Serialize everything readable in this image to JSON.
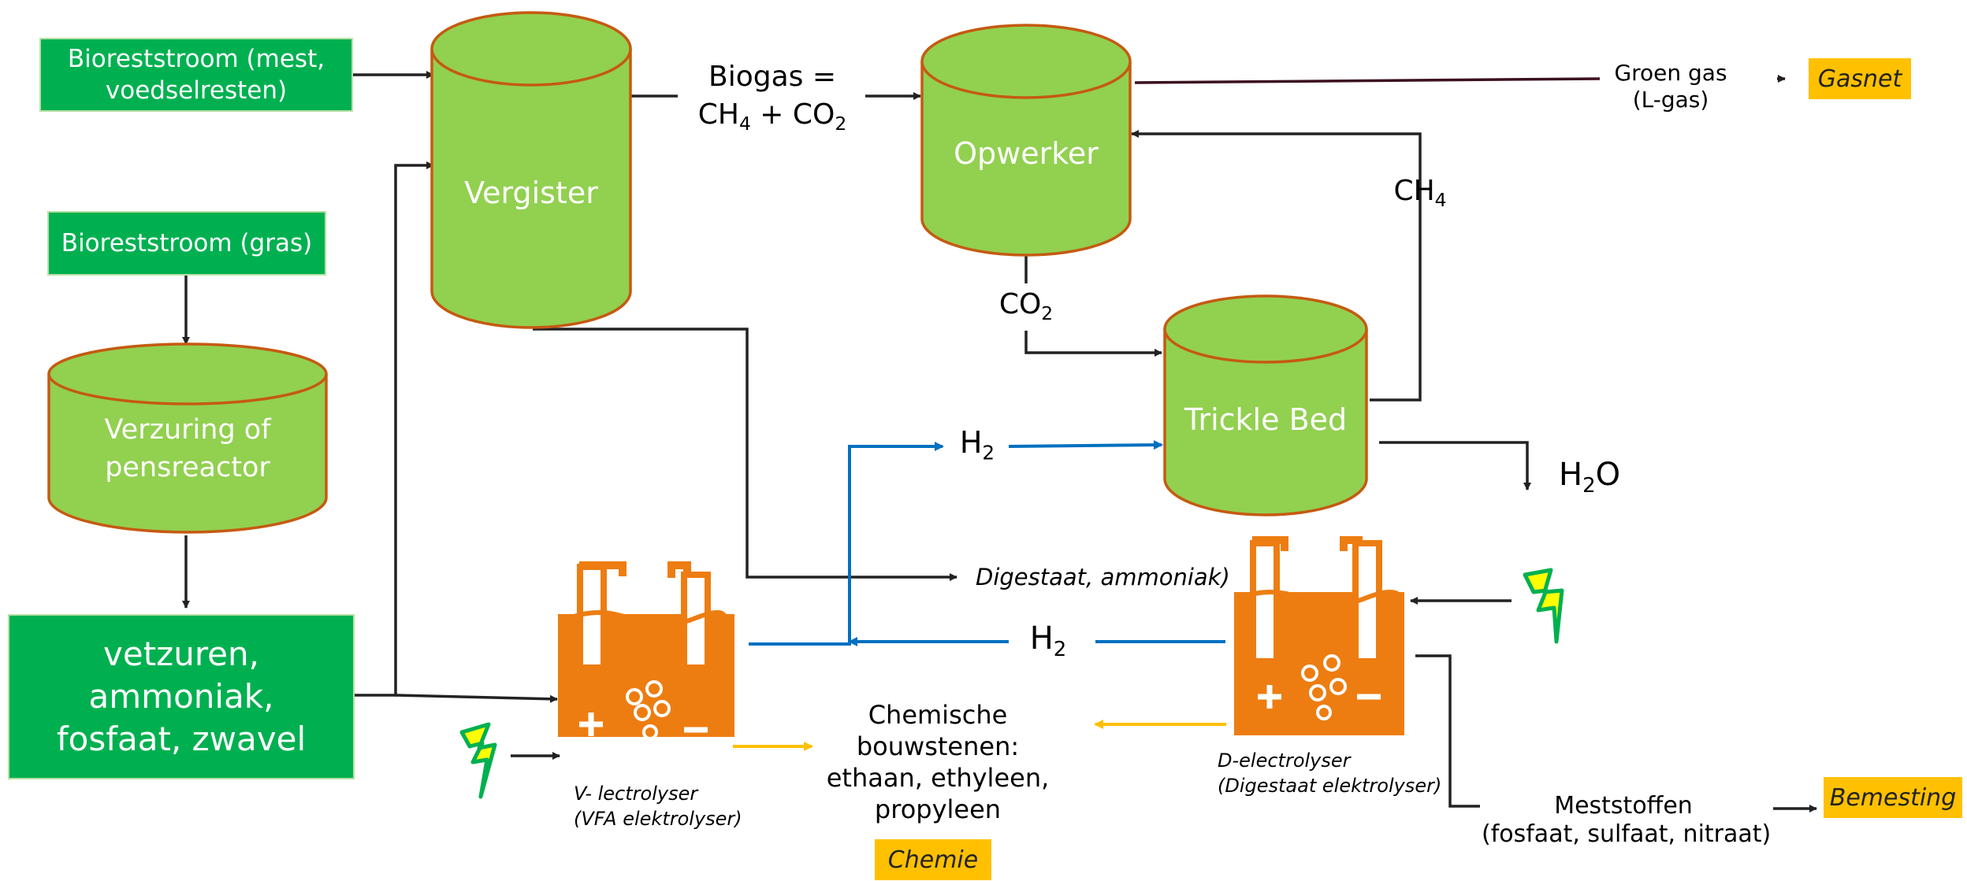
{
  "inputs": {
    "biorest_mest": "Bioreststroom (mest, voedselresten)",
    "biorest_gras": "Bioreststroom (gras)",
    "vetzuren": "vetzuren, ammoniak, fosfaat, zwavel"
  },
  "reactors": {
    "vergister": "Vergister",
    "opwerker": "Opwerker",
    "verzuring": "Verzuring of pensreactor",
    "trickle_bed": "Trickle Bed"
  },
  "flows": {
    "biogas_line1": "Biogas =",
    "ch4": "CH",
    "ch4_sub": "4",
    "plus_co2": " + CO",
    "co2": "CO",
    "two": "2",
    "h": "H",
    "h2o_o": "O",
    "groen_gas": "Groen gas",
    "l_gas": "(L-gas)",
    "digestaat": "Digestaat, ammoniak)",
    "chemische": "Chemische bouwstenen: ethaan, ethyleen, propyleen",
    "meststoffen": "Meststoffen",
    "meststoffen_detail": "(fosfaat, sulfaat, nitraat)"
  },
  "electrolysers": {
    "v_label": "V- lectrolyser",
    "v_sub": "(VFA elektrolyser)",
    "d_label": "D-electrolyser",
    "d_sub": "(Digestaat elektrolyser)"
  },
  "destinations": {
    "gasnet": "Gasnet",
    "chemie": "Chemie",
    "bemesting": "Bemesting"
  },
  "colors": {
    "cylinder_fill": "#92d050",
    "cylinder_stroke": "#c55a11",
    "input_box": "#00b050",
    "electrolyser": "#ed7d11",
    "tag": "#ffc000",
    "blue_line": "#0070c0",
    "yellow_line": "#ffc000",
    "lightning": "#ffff00",
    "lightning_stroke": "#00b050"
  }
}
